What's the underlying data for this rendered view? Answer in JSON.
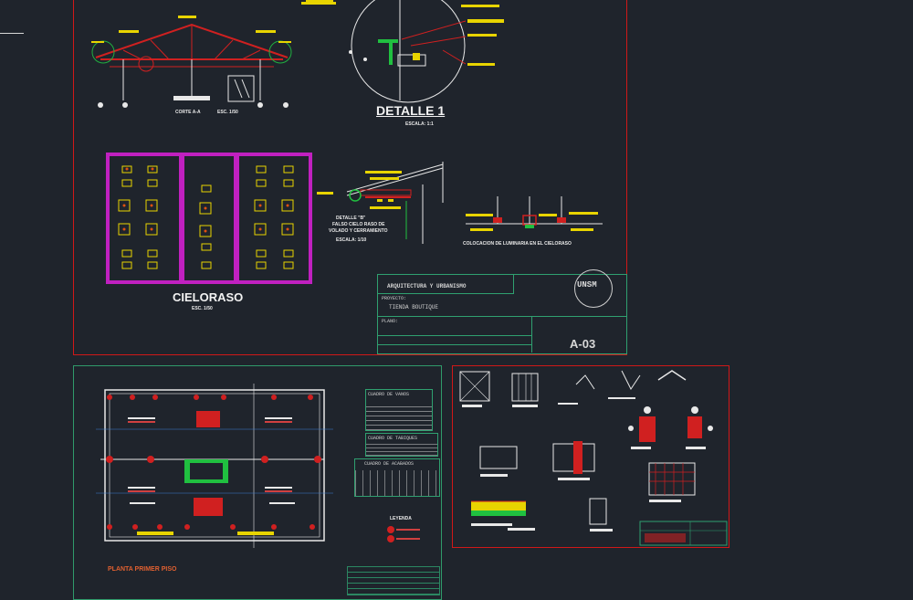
{
  "drawing": {
    "background": "#1f242c",
    "colors": {
      "frame_red": "#d01818",
      "frame_green": "#2f9a6a",
      "magenta": "#c020c0",
      "yellow": "#e8d400",
      "white": "#f2f2f2"
    },
    "top_sheet": {
      "section_label": "CORTE A-A",
      "section_scale": "ESC. 1/50",
      "detail1_title": "DETALLE 1",
      "detail1_scale": "ESCALA: 1:1",
      "ceiling_title": "CIELORASO",
      "ceiling_scale": "ESC. 1/50",
      "detail_eave_title": "DETALLE \"B\"",
      "detail_eave_line1": "FALSO CIELO RASO DE",
      "detail_eave_line2": "VOLADO Y CERRAMIENTO",
      "detail_eave_scale": "ESCALA: 1/10",
      "luminaire_title": "COLOCACION DE LUMINARIA EN EL CIELORASO"
    },
    "title_block": {
      "firm": "ARQUITECTURA Y URBANISMO",
      "logo": "UNSM",
      "project_label": "PROYECTO:",
      "project_name": "TIENDA BOUTIQUE",
      "plano_label": "PLANO:",
      "sheet_number": "A-03"
    },
    "bottom_sheet": {
      "plan_title": "PLANTA PRIMER PISO",
      "table_vanos": "CUADRO DE VANOS",
      "table_tabiques": "CUADRO DE TABIQUES",
      "table_acabados": "CUADRO DE ACABADOS",
      "legend_title": "LEYENDA"
    }
  }
}
